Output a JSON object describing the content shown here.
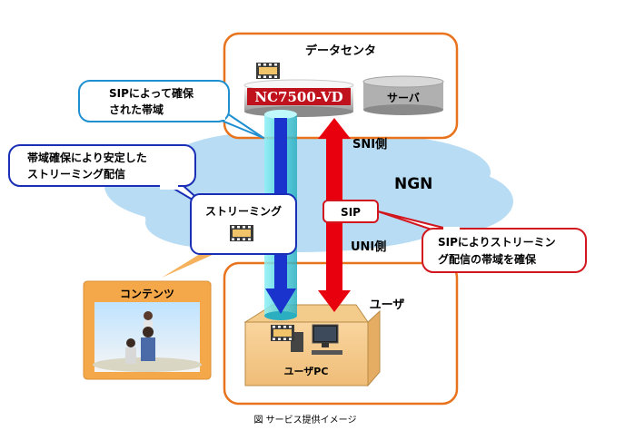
{
  "datacenter": {
    "title": "データセンタ",
    "nc_label": "NC7500-VD",
    "server_label": "サーバ"
  },
  "network": {
    "label": "NGN",
    "sni_label": "SNI側",
    "uni_label": "UNI側",
    "sip_badge": "SIP"
  },
  "user_area": {
    "title": "ユーザ",
    "pc_label": "ユーザPC"
  },
  "callouts": {
    "sip_bandwidth": [
      "SIPによって確保",
      "された帯域"
    ],
    "stable_streaming": [
      "帯域確保により安定した",
      "ストリーミング配信"
    ],
    "streaming": "ストリーミング",
    "sip_note": [
      "SIPによりストリーミン",
      "グ配信の帯域を確保"
    ],
    "contents": "コンテンツ"
  },
  "caption": "図 サービス提供イメージ",
  "colors": {
    "box_border": "#e8731c",
    "cloud": "#b7dcf3",
    "red_arrow": "#e8000f",
    "blue_arrow": "#1a33cc",
    "cyan_tube": "#4fd1e0",
    "nc_device": "#c0121c",
    "callout_sip": "#1e8fd0",
    "callout_stable": "#1a2fb5",
    "callout_sip_note": "#d2161e"
  }
}
